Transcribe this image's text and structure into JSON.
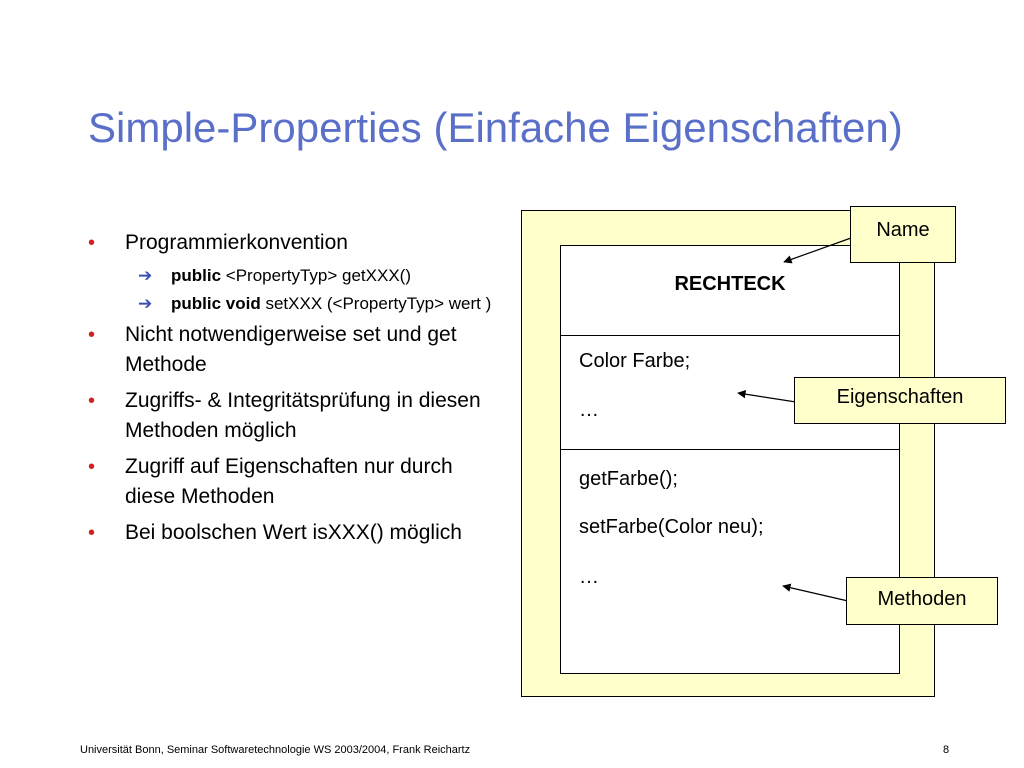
{
  "title": "Simple-Properties (Einfache Eigenschaften)",
  "bullets": {
    "b1": "Programmierkonvention",
    "sub1_kw": "public",
    "sub1_rest": " <PropertyTyp> getXXX()",
    "sub2_kw": "public void",
    "sub2_rest": " setXXX (<PropertyTyp> wert )",
    "b2": "Nicht notwendigerweise set und get Methode",
    "b3": "Zugriffs- & Integritätsprüfung in diesen Methoden möglich",
    "b4": "Zugriff auf Eigenschaften nur durch diese Methoden",
    "b5": "Bei boolschen Wert isXXX() möglich"
  },
  "diagram": {
    "class_name": "RECHTECK",
    "prop1": "Color Farbe;",
    "prop_ellipsis": "…",
    "meth1": "getFarbe();",
    "meth2": "setFarbe(Color neu);",
    "meth_ellipsis": "…"
  },
  "callouts": {
    "name": "Name",
    "props": "Eigenschaften",
    "methods": "Methoden"
  },
  "footer": {
    "text": "Universität Bonn, Seminar Softwaretechnologie WS 2003/2004, Frank Reichartz",
    "page": "8"
  },
  "colors": {
    "title": "#5a6fc8",
    "bullet": "#d02020",
    "arrow": "#3a4fb0",
    "box_fill": "#ffffcc"
  }
}
